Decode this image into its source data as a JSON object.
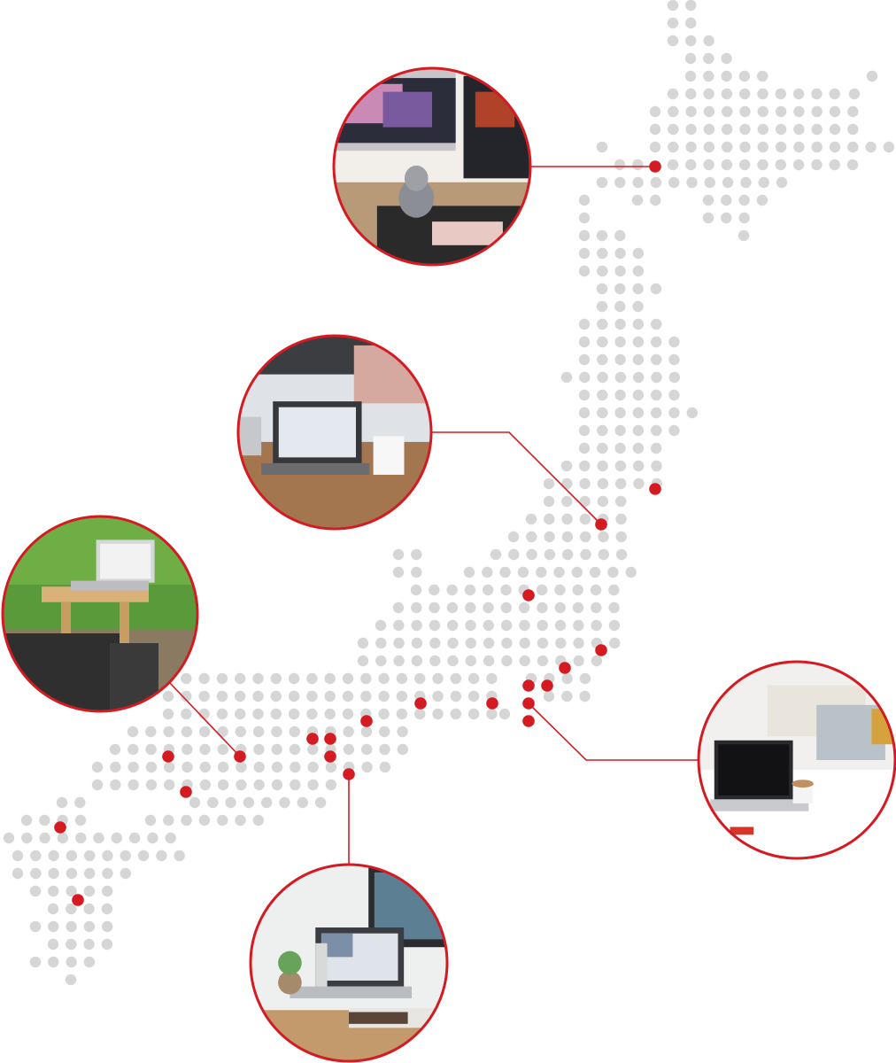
{
  "colors": {
    "background": "#ffffff",
    "dot_gray": "#d6d6d6",
    "dot_red": "#d41b22",
    "accent_red": "#d41b22"
  },
  "photos": [
    {
      "id": "hokkaido",
      "scene": "desk-with-cat-and-monitors"
    },
    {
      "id": "tohoku",
      "scene": "laptop-and-mug-on-wooden-table"
    },
    {
      "id": "chugoku",
      "scene": "laptop-on-lap-desk-on-wooden-deck"
    },
    {
      "id": "kinki",
      "scene": "laptop-and-monitor-on-white-desk"
    },
    {
      "id": "kanto",
      "scene": "laptop-and-coffee-on-bed"
    }
  ]
}
